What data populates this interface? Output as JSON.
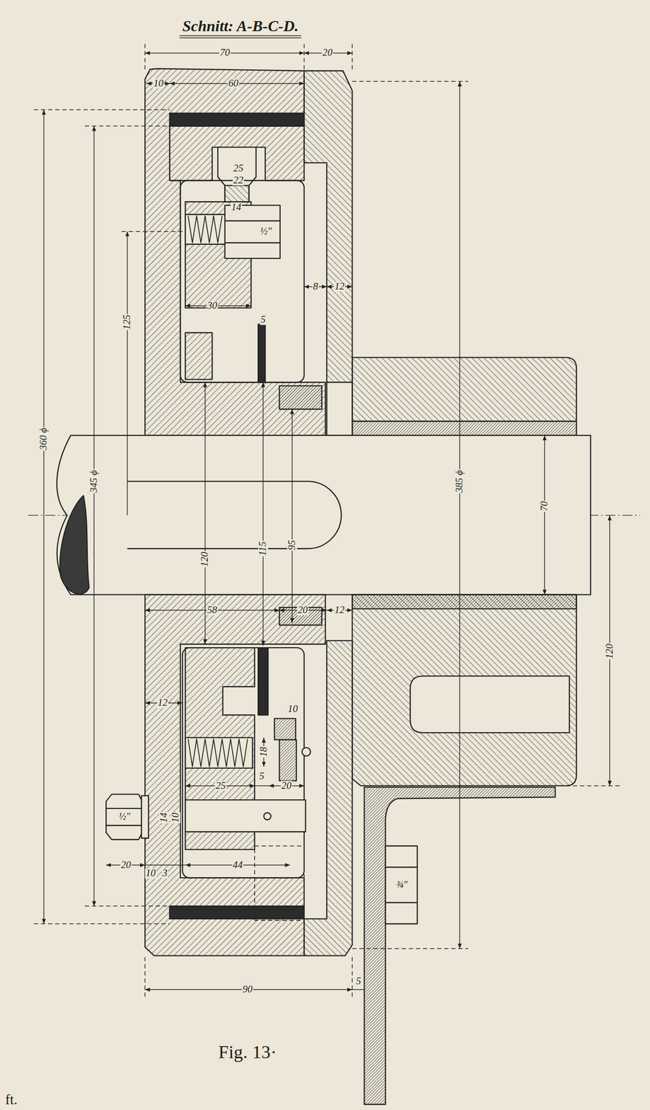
{
  "diagram": {
    "title": "Schnitt: A-B-C-D.",
    "caption": "Fig. 13·",
    "labels": [
      "70",
      "20",
      "10",
      "60",
      "25",
      "22",
      "14",
      "½\"",
      "8",
      "12",
      "30",
      "5",
      "125",
      "360 ϕ",
      "345 ϕ",
      "120",
      "115",
      "95",
      "385 ϕ",
      "70",
      "58",
      "20",
      "12",
      "12",
      "10",
      "18",
      "25",
      "5",
      "20",
      "½\"",
      "14",
      "10",
      "20",
      "10",
      "3",
      "44",
      "¾\"",
      "120",
      "90",
      "5",
      "ft."
    ]
  }
}
